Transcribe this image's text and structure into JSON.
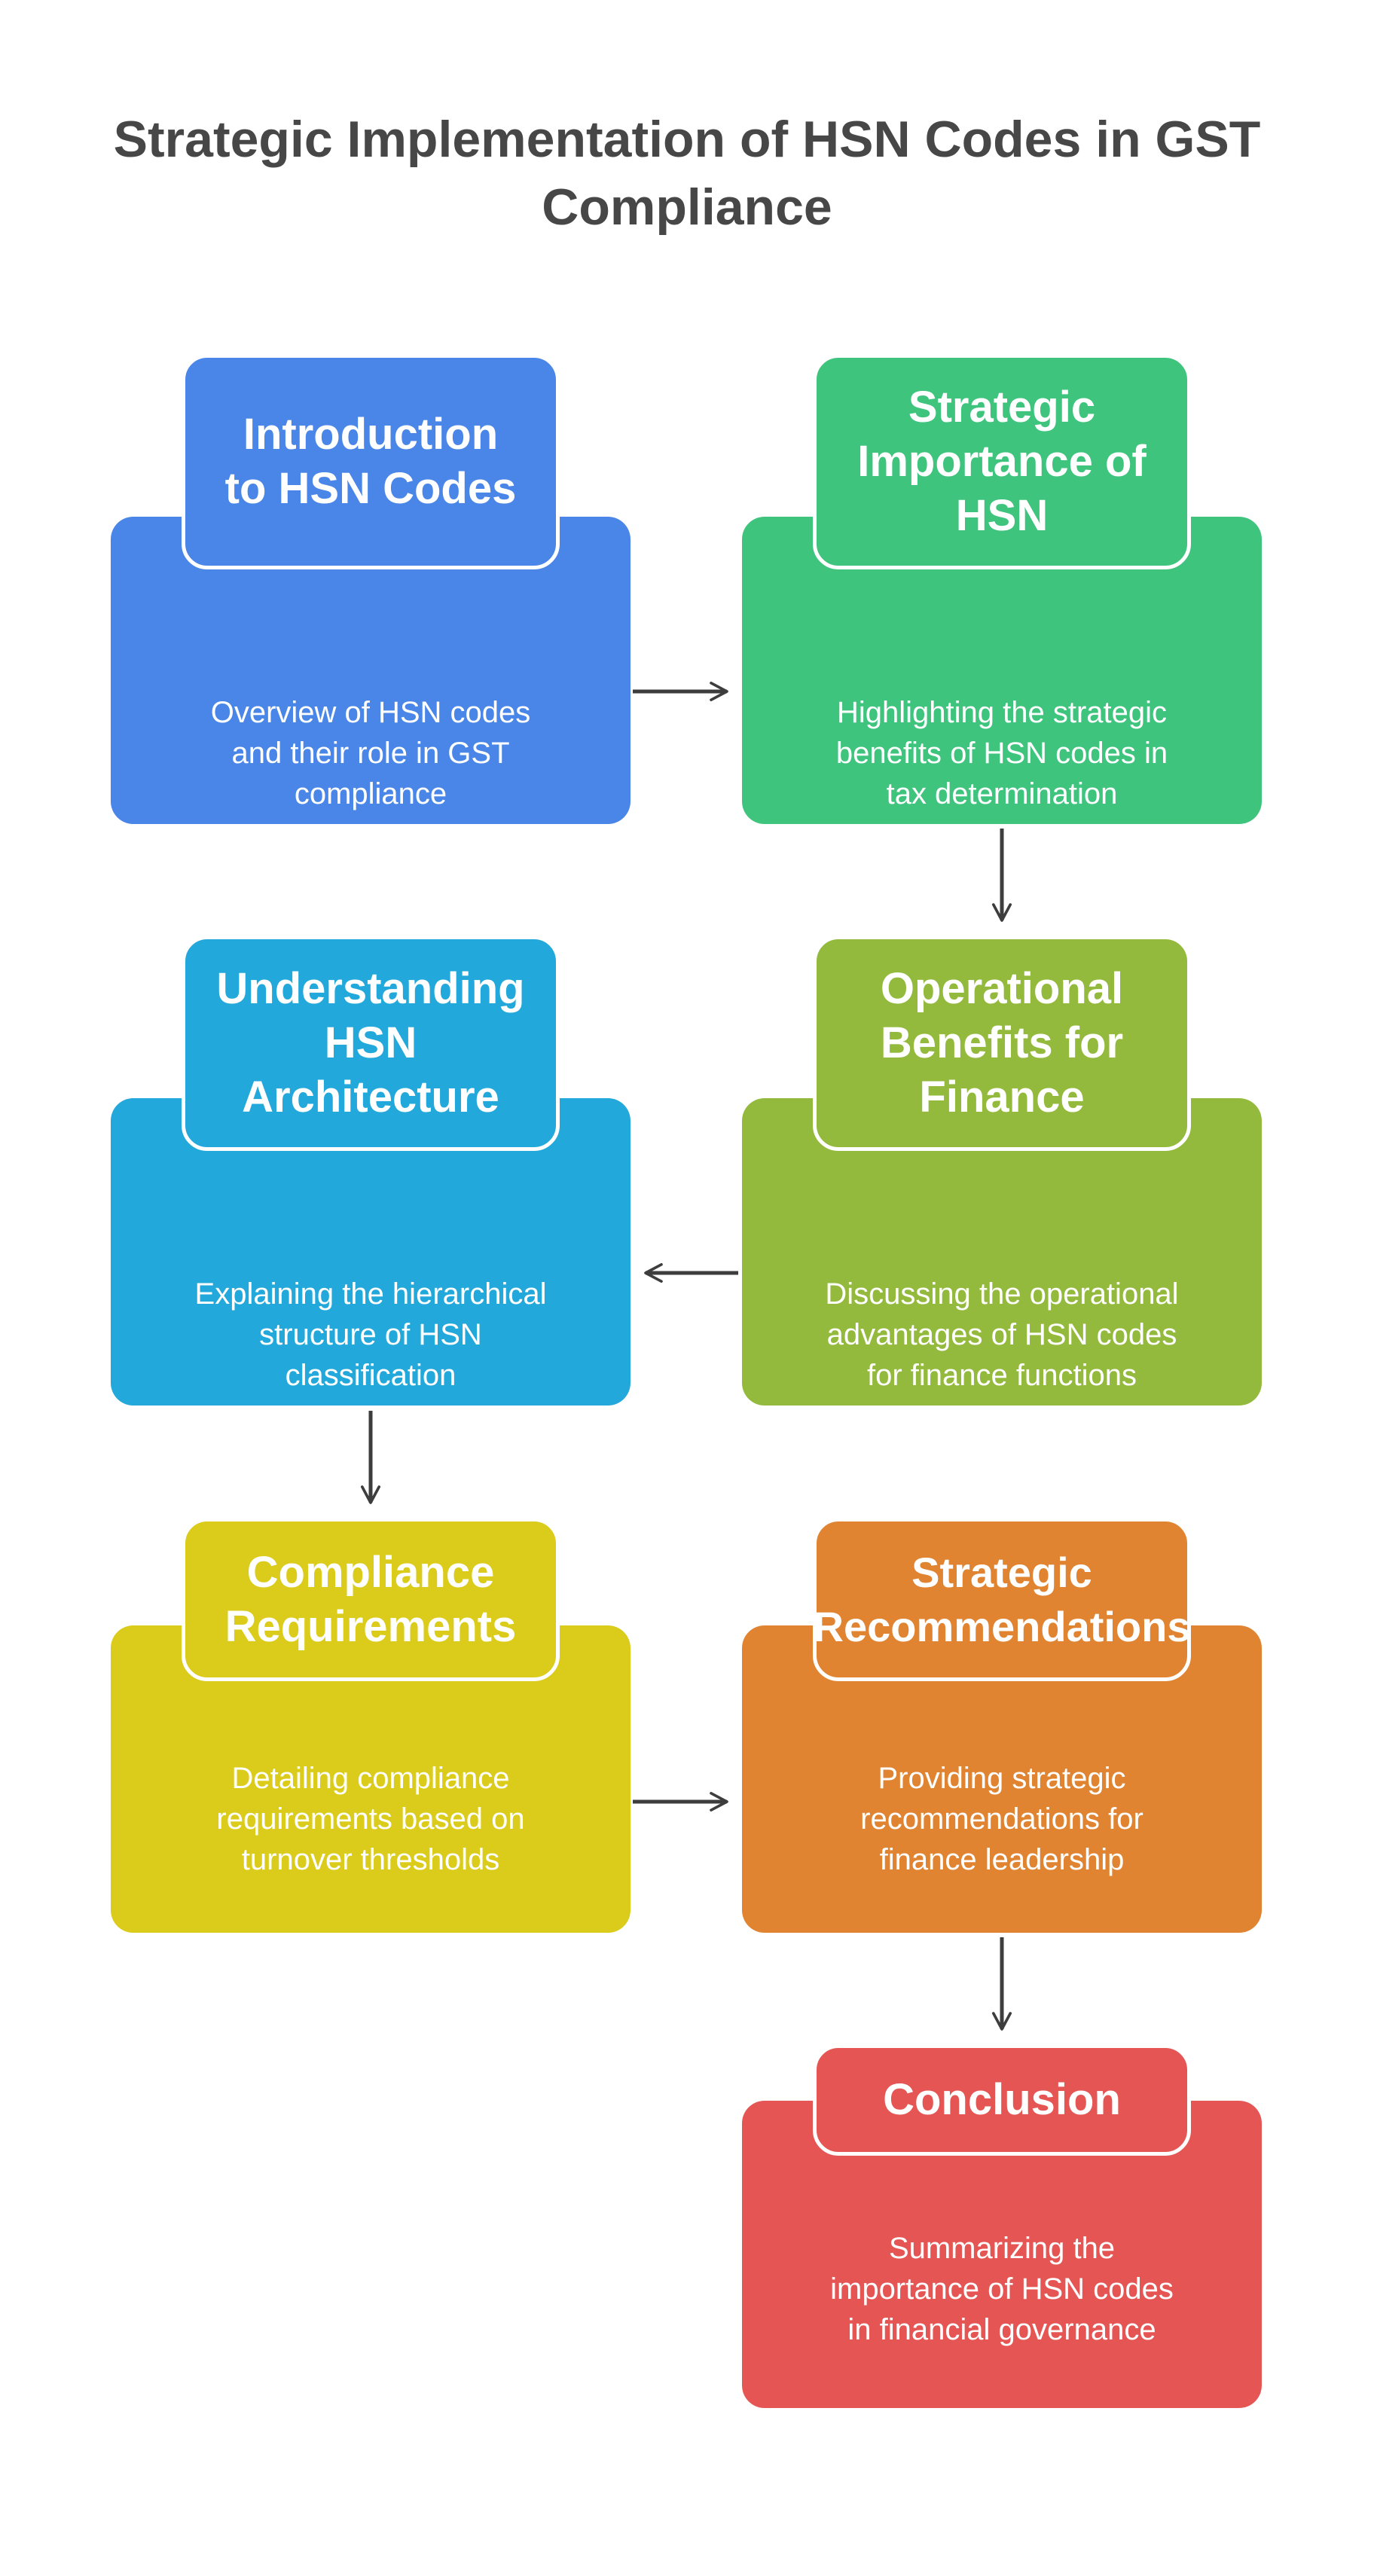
{
  "title": "Strategic Implementation of HSN Codes in GST Compliance",
  "colors": {
    "blue": "#4a86e8",
    "green": "#3fc47e",
    "cyan": "#22a8da",
    "olive": "#93ba3c",
    "yellow": "#dbcb1a",
    "orange": "#e08432",
    "red": "#e55553",
    "arrow": "#3d3d3d",
    "title": "#474747"
  },
  "steps": [
    {
      "title": "Introduction\nto HSN Codes",
      "description": "Overview of HSN codes\nand their role in GST\ncompliance",
      "color": "#4a86e8"
    },
    {
      "title": "Strategic\nImportance of\nHSN",
      "description": "Highlighting the strategic\nbenefits of HSN codes in\ntax determination",
      "color": "#3fc47e"
    },
    {
      "title": "Operational\nBenefits for\nFinance",
      "description": "Discussing the operational\nadvantages of HSN codes\nfor finance functions",
      "color": "#93ba3c"
    },
    {
      "title": "Understanding\nHSN\nArchitecture",
      "description": "Explaining the hierarchical\nstructure of HSN\nclassification",
      "color": "#22a8da"
    },
    {
      "title": "Compliance\nRequirements",
      "description": "Detailing compliance\nrequirements based on\nturnover thresholds",
      "color": "#dbcb1a"
    },
    {
      "title": "Strategic\nRecommendations",
      "description": "Providing strategic\nrecommendations for\nfinance leadership",
      "color": "#e08432"
    },
    {
      "title": "Conclusion",
      "description": "Summarizing the\nimportance of HSN codes\nin financial governance",
      "color": "#e55553"
    }
  ]
}
